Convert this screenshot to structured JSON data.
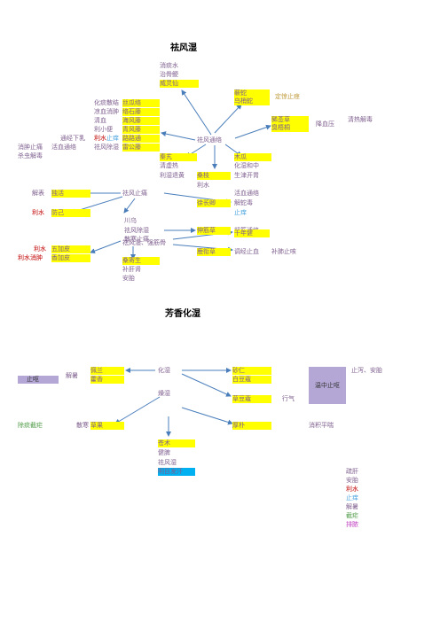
{
  "colors": {
    "text": "#7f5f8f",
    "red": "#c00000",
    "blue": "#4aa3df",
    "green": "#4f9b47",
    "highlight": "#ffff00",
    "purple_box": "#b4a7d6",
    "cyan_box": "#00b0f0",
    "arrow": "#4a7ebb"
  },
  "section1": {
    "title": "祛风湿",
    "top_list": [
      "消痰水",
      "治骨鲠"
    ],
    "weilingxian": "威灵仙",
    "qishe": "蕲蛇",
    "wushaoshe": "乌梢蛇",
    "dingjing": "定惊止痉",
    "xiqiancao": "豨莶草",
    "chouwutong": "臭梧桐",
    "jiangxueya": "降血压",
    "qingre_jiedu": "清热解毒",
    "left_effects": [
      "化痰散结",
      "凉血消肿",
      "清血",
      "利小便"
    ],
    "left_herbs": [
      "丝瓜络",
      "络石藤",
      "海风藤",
      "青风藤",
      "路路通",
      "雷公藤"
    ],
    "tongjing_xiaru": "通经下乳",
    "lishui": "利水",
    "zhiyang": "止痒",
    "xiaozhong_zhitong": "消肿止痛",
    "huoxue_tongluo": "活血通络",
    "qufeng_chushi": "祛风除湿",
    "shachong_jiedu": "杀虫解毒",
    "qufeng_tongluo": "祛风通络",
    "qinjiao": "秦艽",
    "qingxure": "清虚热",
    "lishi_tuihuang": "利湿退黄",
    "sangzhi": "桑枝",
    "lishui2": "利水",
    "mugua": "木瓜",
    "huashi_hezhong": "化湿和中",
    "shengjin_kaiwei": "生津开胃",
    "jiebiao": "解表",
    "duhuo": "独活",
    "qufeng_zhitong": "祛风止痛",
    "lishui3": "利水",
    "fangji": "防己",
    "xuchangqing": "徐长卿",
    "huoxue_tongluo2": "活血通络",
    "jie_shedu": "解蛇毒",
    "zhiyang2": "止痒",
    "chuanwu": "川乌",
    "qufeng_chushi2": "祛风除湿",
    "sanhan_zhitong": "散寒止痛",
    "shenjincao": "伸筋草",
    "shujin_huoluo": "舒筋活络",
    "lishui4": "利水",
    "wujiapi": "五加皮",
    "lishui_xiaozhong": "利水消肿",
    "xiangjiapi": "香加皮",
    "qiangjin_gu": "祛风湿、强筋骨",
    "qiannianjian": "千年健",
    "sangjisheng": "桑寄生",
    "buganshen": "补肝肾",
    "antai": "安胎",
    "luxiancao": "鹿衔草",
    "tiaojing_zhixue": "调经止血",
    "bufei_zhike": "补肺止咳"
  },
  "section2": {
    "title": "芳香化湿",
    "zhiou": "止呕",
    "jieshu": "解暑",
    "peilan": "佩兰",
    "huoxiang": "藿香",
    "huashi": "化湿",
    "sharen": "砂仁",
    "baidoukou": "白豆蔻",
    "wenzhong_zhiou": "温中止呕",
    "zhiou_antai": "止泻、安胎",
    "caodoukou": "草豆蔻",
    "xingqi": "行气",
    "zaoshi": "燥湿",
    "jiezhai_jieyao": "除痰截疟",
    "sanhan": "散寒",
    "caoguo": "草果",
    "houpo": "厚朴",
    "xiaoji_pingchuan": "消积平喘",
    "cangzhu": "苍术",
    "jianpi": "健脾",
    "qufengshi": "祛风湿",
    "mingmu_fahan": "明目发汗",
    "legend": [
      "疏肝",
      "安胎",
      "利水",
      "止痒",
      "解暑",
      "截疟",
      "排脓"
    ]
  }
}
